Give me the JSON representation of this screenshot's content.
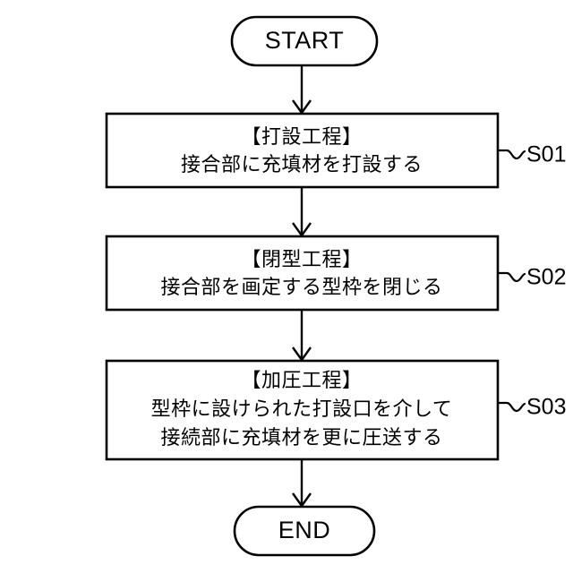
{
  "diagram": {
    "type": "flowchart",
    "orientation": "vertical",
    "background_color": "#ffffff",
    "line_color": "#000000",
    "text_color": "#000000"
  },
  "nodes": {
    "start": {
      "label": "START",
      "shape": "terminal"
    },
    "end": {
      "label": "END",
      "shape": "terminal"
    },
    "step1": {
      "shape": "process",
      "lines": [
        "【打設工程】",
        "接合部に充填材を打設する"
      ],
      "step_id": "S01"
    },
    "step2": {
      "shape": "process",
      "lines": [
        "【閉型工程】",
        "接合部を画定する型枠を閉じる"
      ],
      "step_id": "S02"
    },
    "step3": {
      "shape": "process",
      "lines": [
        "【加圧工程】",
        "型枠に設けられた打設口を介して",
        "接続部に充填材を更に圧送する"
      ],
      "step_id": "S03"
    }
  },
  "connectors": [
    {
      "from": "start",
      "to": "step1",
      "arrow": "down"
    },
    {
      "from": "step1",
      "to": "step2",
      "arrow": "down"
    },
    {
      "from": "step2",
      "to": "step3",
      "arrow": "down"
    },
    {
      "from": "step3",
      "to": "end",
      "arrow": "down"
    }
  ]
}
